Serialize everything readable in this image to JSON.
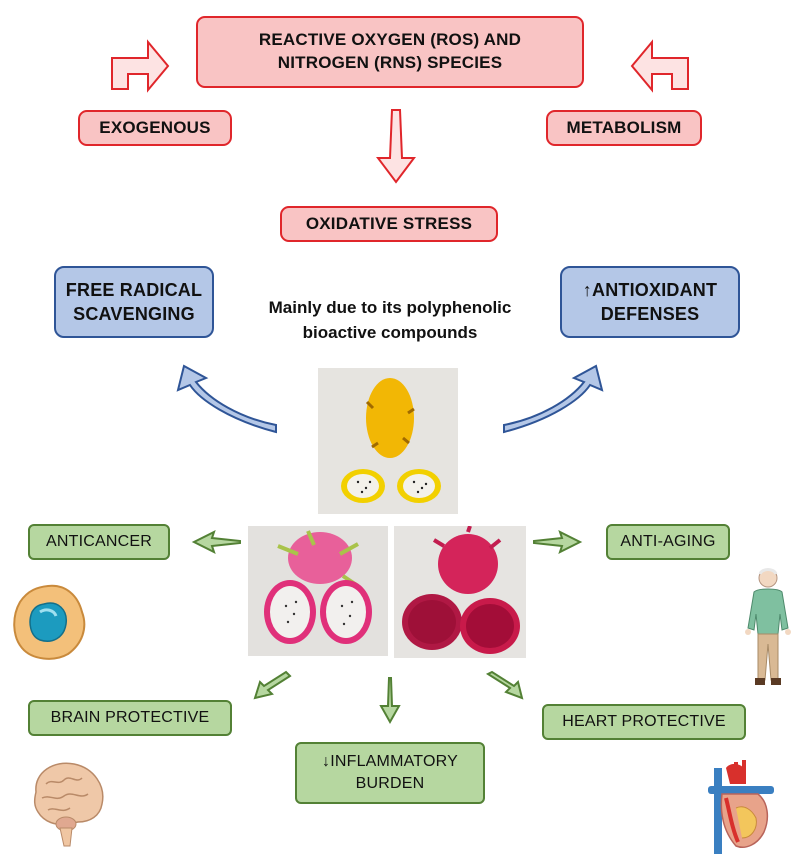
{
  "top": {
    "ros_rns": [
      "REACTIVE OXYGEN (ROS) AND",
      "NITROGEN (RNS) SPECIES"
    ],
    "exogenous": "EXOGENOUS",
    "metabolism": "METABOLISM",
    "oxidative_stress": "OXIDATIVE STRESS"
  },
  "middle": {
    "free_radical": [
      "FREE RADICAL",
      "SCAVENGING"
    ],
    "antioxidant": [
      "↑ANTIOXIDANT",
      "DEFENSES"
    ],
    "note": [
      "Mainly due to its polyphenolic",
      "bioactive compounds"
    ]
  },
  "effects": {
    "anticancer": "ANTICANCER",
    "anti_aging": "ANTI-AGING",
    "brain": "BRAIN PROTECTIVE",
    "heart": "HEART PROTECTIVE",
    "inflammatory": [
      "↓INFLAMMATORY",
      "BURDEN"
    ]
  },
  "images": {
    "yellow_fruit": "yellow-dragon-fruit-photo",
    "white_fruit": "white-flesh-dragon-fruit-photo",
    "red_fruit": "red-flesh-dragon-fruit-photo",
    "cell": "cancer-cell-illustration",
    "person": "elderly-man-illustration",
    "brain": "brain-illustration",
    "heart": "heart-illustration"
  },
  "colors": {
    "red_border": "#e0262b",
    "red_fill": "#f9c4c4",
    "blue_border": "#2f5597",
    "blue_fill": "#b4c7e7",
    "green_border": "#538135",
    "green_fill": "#b6d7a0"
  }
}
